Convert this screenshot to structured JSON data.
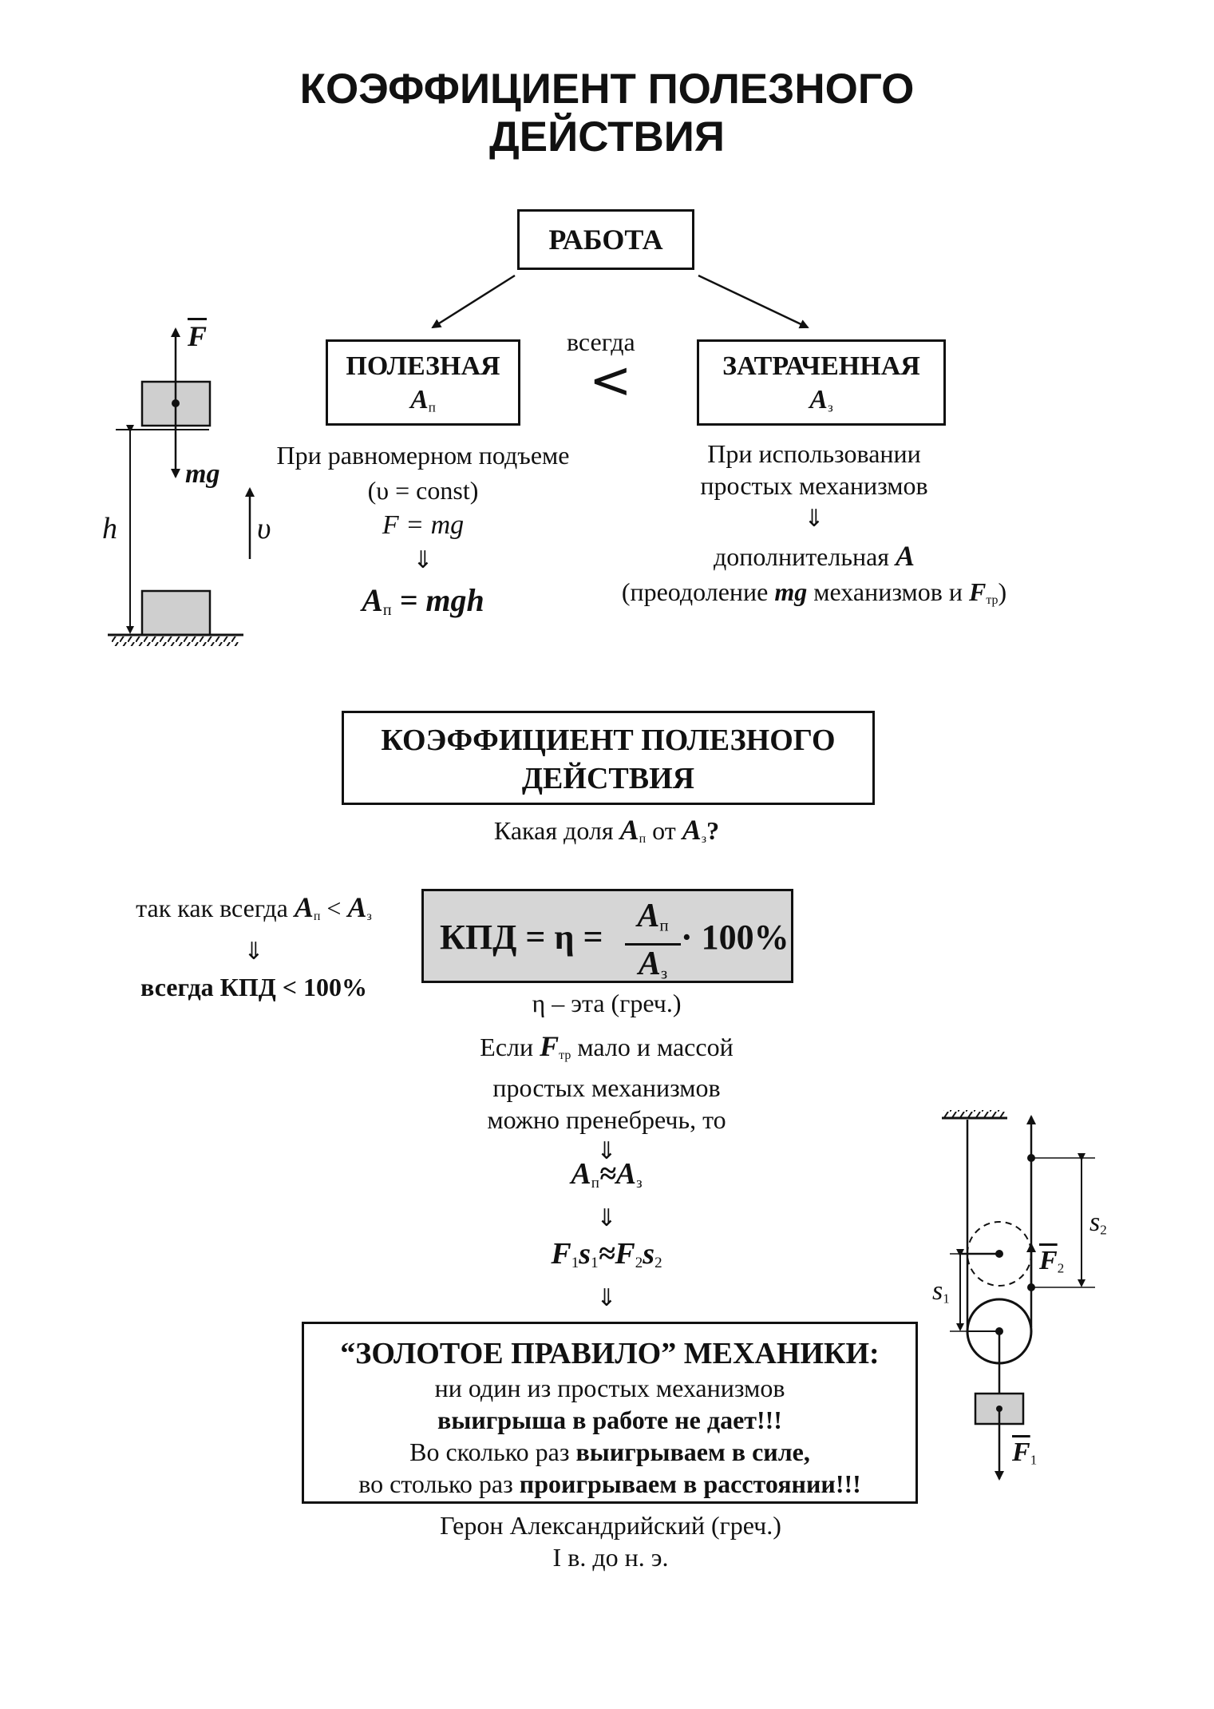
{
  "title": {
    "line1": "КОЭФФИЦИЕНТ ПОЛЕЗНОГО",
    "line2": "ДЕЙСТВИЯ"
  },
  "work": {
    "label": "РАБОТА",
    "useful": {
      "label": "ПОЛЕЗНАЯ",
      "symbol": "A",
      "sub": "п"
    },
    "spent": {
      "label": "ЗАТРАЧЕННАЯ",
      "symbol": "A",
      "sub": "з"
    },
    "always": "всегда",
    "less_sign": "<"
  },
  "left_block": {
    "line1": "При равномерном подъеме",
    "line2": "(υ = const)",
    "line3": "F = mg",
    "arrow": "⇓",
    "result_A": "A",
    "result_sub": "п",
    "result_rest": "= mgh"
  },
  "right_block": {
    "line1": "При использовании",
    "line2": "простых механизмов",
    "arrow": "⇓",
    "line3_text": "дополнительная ",
    "line3_sym": "A",
    "line4_a": "(преодоление ",
    "line4_mg": "mg",
    "line4_b": " механизмов и ",
    "line4_F": "F",
    "line4_sub": "тр",
    "line4_c": ")"
  },
  "lift_figure": {
    "F": "F",
    "mg": "mg",
    "v": "υ",
    "h": "h"
  },
  "efficiency_box": {
    "line1": "КОЭФФИЦИЕНТ ПОЛЕЗНОГО",
    "line2": "ДЕЙСТВИЯ"
  },
  "question": {
    "a": "Какая доля ",
    "A1": "A",
    "sub1": "п",
    "mid": " от ",
    "A2": "A",
    "sub2": "з",
    "end": "?"
  },
  "side_note": {
    "text": "так как всегда ",
    "A1": "A",
    "sub1": "п",
    "lt": " < ",
    "A2": "A",
    "sub2": "з",
    "arrow": "⇓",
    "result": "всегда КПД < 100%"
  },
  "formula": {
    "lhs": "КПД = η = ",
    "num": "A",
    "num_sub": "п",
    "den": "A",
    "den_sub": "з",
    "tail": "· 100%"
  },
  "eta_note": "η – эта (греч.)",
  "condition": {
    "a": "Если ",
    "F": "F",
    "sub": "тр",
    "b": " мало и массой",
    "line2": "простых механизмов",
    "line3": "можно пренебречь, то",
    "arrow": "⇓"
  },
  "approx1": {
    "A1": "A",
    "sub1": "п",
    "op": "≈",
    "A2": "A",
    "sub2": "з",
    "arrow": "⇓"
  },
  "approx2": {
    "F1": "F",
    "s1": "s",
    "i1": "1",
    "op": "≈",
    "F2": "F",
    "s2": "s",
    "i2": "2",
    "arrow": "⇓"
  },
  "golden_rule": {
    "title": "“ЗОЛОТОЕ ПРАВИЛО” МЕХАНИКИ:",
    "line1": "ни один из простых механизмов",
    "line2": "выигрыша в работе не дает!!!",
    "line3a": "Во сколько раз ",
    "line3b": "выигрываем в силе,",
    "line4a": "во столько раз ",
    "line4b": "проигрываем в расстоянии!!!"
  },
  "attribution": {
    "line1": "Герон Александрийский (греч.)",
    "line2": "I в. до н. э."
  },
  "pulley_figure": {
    "s1": "s",
    "s1_idx": "1",
    "s2": "s",
    "s2_idx": "2",
    "F1": "F",
    "F1_idx": "1",
    "F2": "F",
    "F2_idx": "2"
  }
}
